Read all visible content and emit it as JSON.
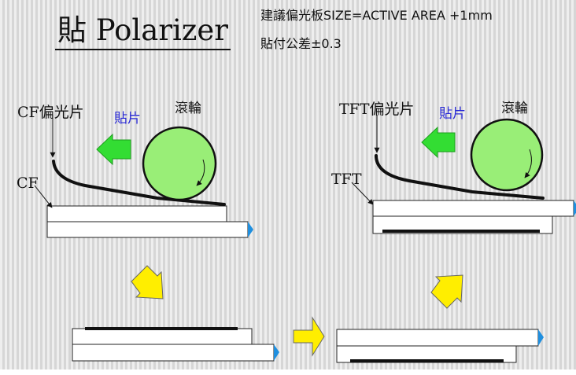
{
  "title": "貼 Polarizer",
  "notes": {
    "line1": "建議偏光板SIZE=ACTIVE AREA +1mm",
    "line2": "貼付公差±0.3"
  },
  "left_panel": {
    "polarizer_label": "CF偏光片",
    "action_label": "貼片",
    "roller_label": "滾輪",
    "substrate_label": "CF"
  },
  "right_panel": {
    "polarizer_label": "TFT偏光片",
    "action_label": "貼片",
    "roller_label": "滾輪",
    "substrate_label": "TFT"
  },
  "colors": {
    "roller_fill": "#99ee77",
    "green_arrow": "#33dd33",
    "yellow_arrow": "#ffee00",
    "polarizer_line": "#111111",
    "blue_label": "#2b2bd6",
    "edge_marker": "#1f8fdf"
  }
}
